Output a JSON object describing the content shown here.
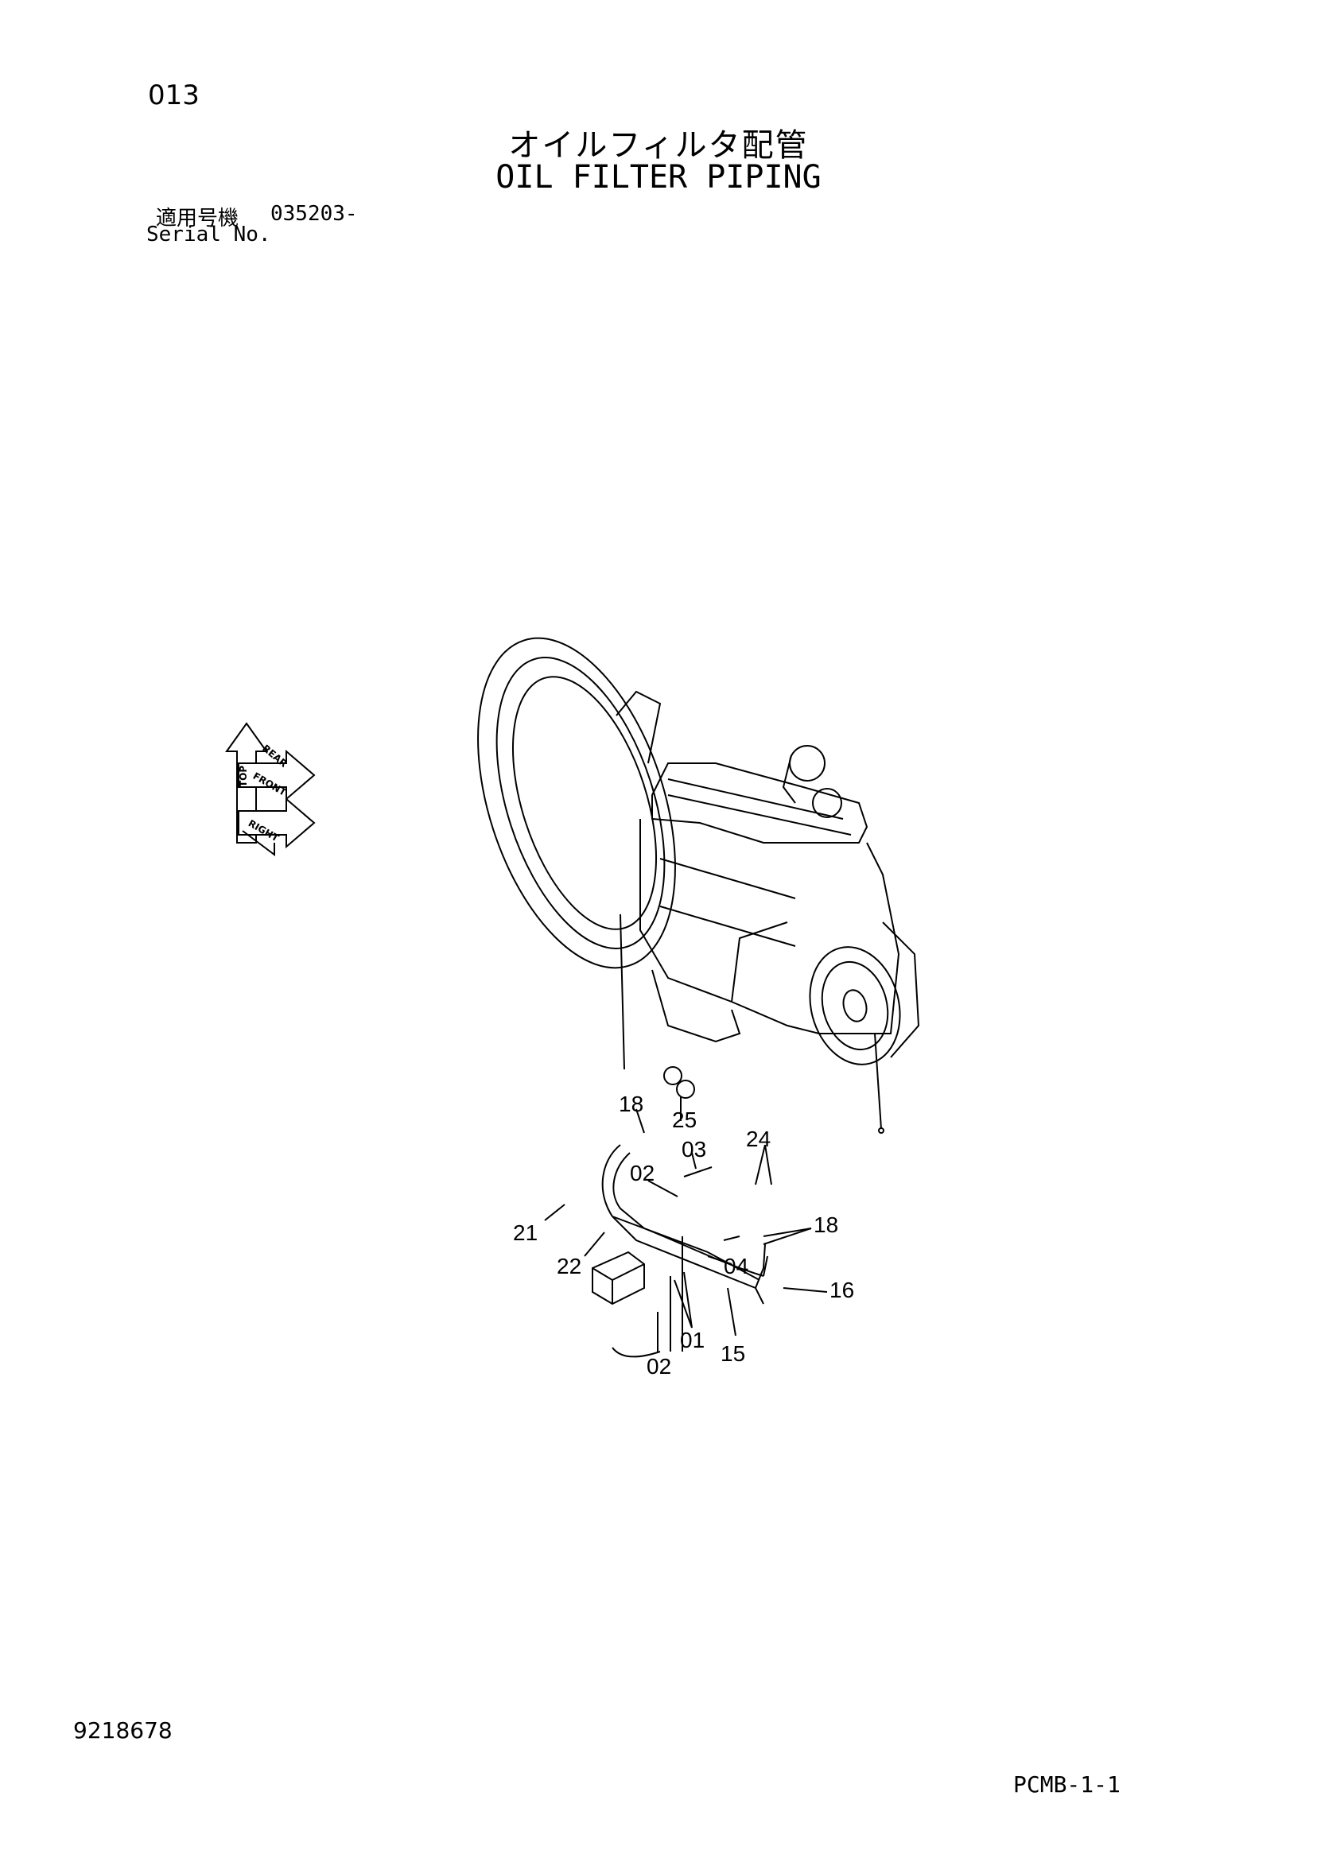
{
  "header": {
    "page_number": "013",
    "title_jp": "オイルフィルタ配管",
    "title_en": "OIL FILTER PIPING",
    "serial_label_jp": "適用号機",
    "serial_value": "035203-",
    "serial_label_en": "Serial No."
  },
  "orientation_indicator": {
    "labels": [
      "TOP",
      "FRONT",
      "RIGHT",
      "REAR"
    ]
  },
  "callouts": [
    "18",
    "25",
    "24",
    "03",
    "02",
    "21",
    "18",
    "22",
    "04",
    "16",
    "01",
    "15",
    "02"
  ],
  "footer": {
    "document_number": "9218678",
    "page_code": "PCMB-1-1"
  }
}
